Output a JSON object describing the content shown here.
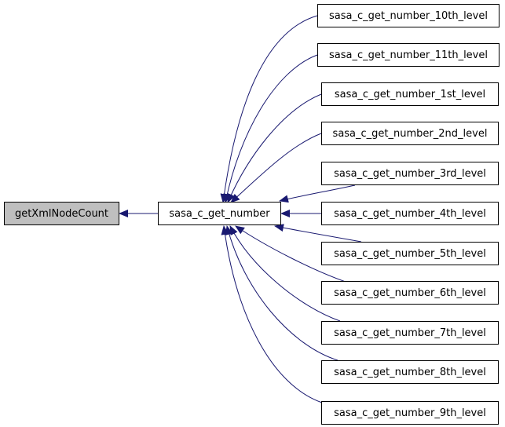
{
  "colors": {
    "edge": "#191970",
    "root_fill": "#bfbfbf",
    "node_fill": "#ffffff",
    "border": "#000000"
  },
  "nodes": {
    "root": "getXmlNodeCount",
    "hub": "sasa_c_get_number",
    "callers": [
      "sasa_c_get_number_10th_level",
      "sasa_c_get_number_11th_level",
      "sasa_c_get_number_1st_level",
      "sasa_c_get_number_2nd_level",
      "sasa_c_get_number_3rd_level",
      "sasa_c_get_number_4th_level",
      "sasa_c_get_number_5th_level",
      "sasa_c_get_number_6th_level",
      "sasa_c_get_number_7th_level",
      "sasa_c_get_number_8th_level",
      "sasa_c_get_number_9th_level"
    ]
  }
}
